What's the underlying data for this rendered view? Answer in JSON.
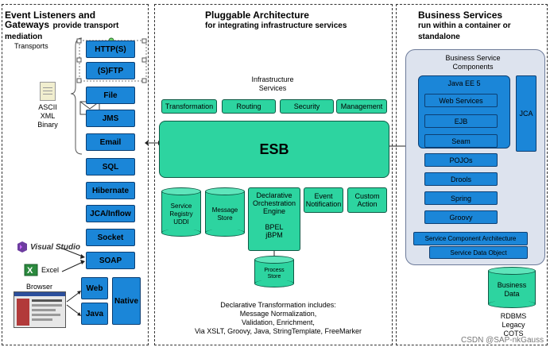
{
  "panels": {
    "left": {
      "title_line1": "Event Listeners and",
      "title_line2": "Gateways",
      "title_suffix": "provide transport",
      "title_line3": "mediation",
      "transports_label": "Transports"
    },
    "middle": {
      "title": "Pluggable Architecture",
      "subtitle": "for integrating infrastructure services"
    },
    "right": {
      "title": "Business Services",
      "subtitle_line1": "run within a container or",
      "subtitle_line2": "standalone"
    }
  },
  "file_formats": {
    "ascii": "ASCII",
    "xml": "XML",
    "binary": "Binary"
  },
  "left_transports": {
    "http": "HTTP(S)",
    "ftp": "(S)FTP",
    "file": "File",
    "jms": "JMS",
    "email": "Email",
    "sql": "SQL",
    "hibernate": "Hibernate",
    "jca": "JCA/Inflow",
    "socket": "Socket",
    "soap": "SOAP",
    "web": "Web",
    "java": "Java",
    "native": "Native"
  },
  "clients": {
    "visual_studio": "Visual Studio",
    "excel": "Excel",
    "browser": "Browser"
  },
  "infrastructure": {
    "label_line1": "Infrastructure",
    "label_line2": "Services",
    "transformation": "Transformation",
    "routing": "Routing",
    "security": "Security",
    "management": "Management"
  },
  "esb": "ESB",
  "components": {
    "registry_1": "Service",
    "registry_2": "Registry",
    "registry_3": "UDDI",
    "message_store_1": "Message",
    "message_store_2": "Store",
    "orchestration_1": "Declarative",
    "orchestration_2": "Orchestration",
    "orchestration_3": "Engine",
    "bpel_1": "BPEL",
    "bpel_2": "jBPM",
    "event_1": "Event",
    "event_2": "Notification",
    "custom_1": "Custom",
    "custom_2": "Action",
    "process_1": "Process",
    "process_2": "Store"
  },
  "transformation_note": {
    "line1": "Declarative Transformation includes:",
    "line2": "Message Normalization,",
    "line3": "Validation, Enrichment,",
    "line4": "Via XSLT, Groovy, Java, StringTemplate, FreeMarker"
  },
  "business": {
    "components_1": "Business Service",
    "components_2": "Components",
    "javaee": "Java EE 5",
    "web_services": "Web Services",
    "ejb": "EJB",
    "jca": "JCA",
    "seam": "Seam",
    "pojos": "POJOs",
    "drools": "Drools",
    "spring": "Spring",
    "groovy": "Groovy",
    "sca": "Service Component Architecture",
    "sdo": "Service Data Object",
    "data_1": "Business",
    "data_2": "Data",
    "rdbms": "RDBMS",
    "legacy": "Legacy",
    "cots": "COTS"
  },
  "watermark": "CSDN @SAP-nkGauss",
  "colors": {
    "transport_blue": "#1b86d8",
    "service_green": "#2dd4a0",
    "container_gray": "#dde3ee"
  }
}
